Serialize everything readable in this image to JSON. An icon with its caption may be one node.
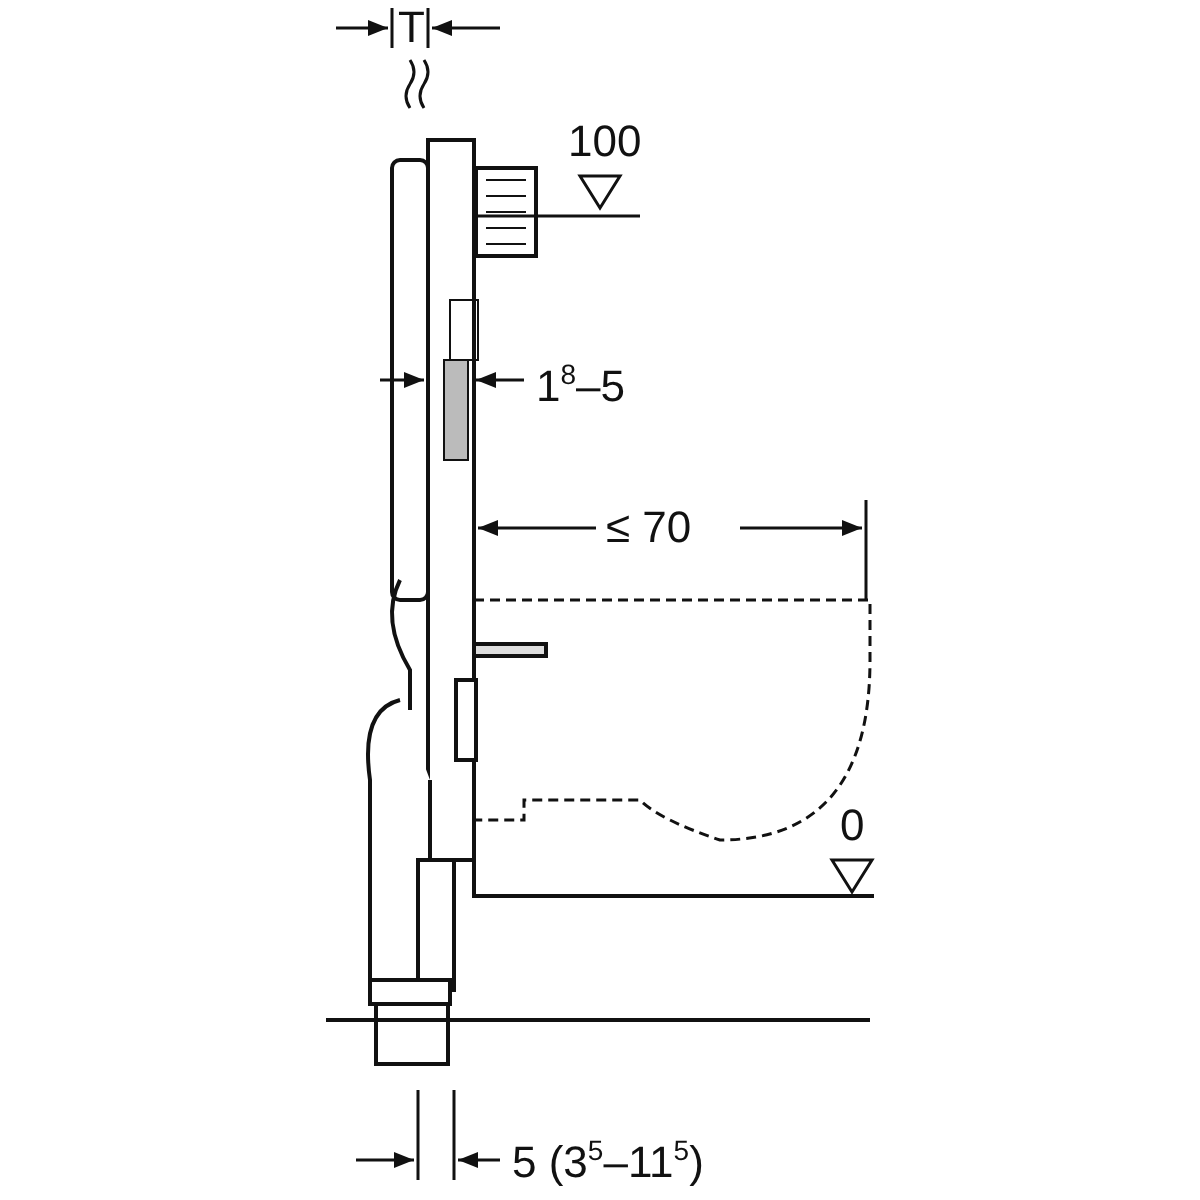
{
  "diagram": {
    "labels": [
      "T",
      "100",
      "1$^{8}$–5",
      "≤ 70",
      "0",
      "5 (3$^{5}$–11$^{5}$)"
    ]
  }
}
